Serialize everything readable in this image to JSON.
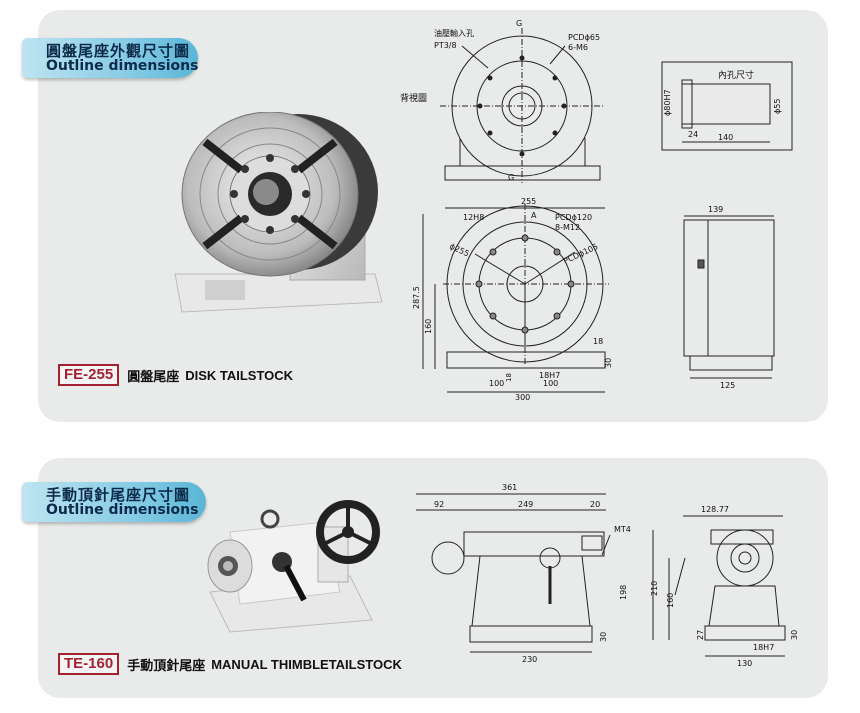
{
  "section1": {
    "heading_zh": "圓盤尾座外觀尺寸圖",
    "heading_en": "Outline dimensions",
    "model_code": "FE-255",
    "model_name_zh": "圓盤尾座",
    "model_name_en": "DISK TAILSTOCK",
    "back_view": {
      "title": "背視圖",
      "oil_inlet": "油壓輸入孔",
      "oil_thread": "PT3/8",
      "pcd": "PCDϕ65",
      "holes": "6-M6",
      "g_top": "G",
      "g_bottom": "G"
    },
    "bore_view": {
      "title": "內孔尺寸",
      "d_outer": "ϕ80H7",
      "d_inner": "ϕ55",
      "step": "24",
      "length": "140"
    },
    "front_view": {
      "width_top": "255",
      "slot": "12H8",
      "mark_a": "A",
      "pcd": "PCDϕ120",
      "holes": "8-M12",
      "pcd2": "PCDϕ105",
      "dia": "ϕ255",
      "height": "287.5",
      "center_h": "160",
      "key": "18",
      "base_h": "30",
      "key_slot": "18H7",
      "b1": "100",
      "b2": "100",
      "b_total": "300",
      "small": "18"
    },
    "side_view": {
      "depth": "139",
      "base": "125"
    }
  },
  "section2": {
    "heading_zh": "手動頂針尾座尺寸圖",
    "heading_en": "Outline dimensions",
    "model_code": "TE-160",
    "model_name_zh": "手動頂針尾座",
    "model_name_en": "MANUAL THIMBLETAILSTOCK",
    "front_view": {
      "total": "361",
      "left": "92",
      "mid": "249",
      "right": "20",
      "taper": "MT4",
      "height": "198",
      "base_h": "30",
      "base_w": "230"
    },
    "side_view": {
      "top": "128.77",
      "height_total": "210",
      "center_h": "160",
      "base_h": "27",
      "base_h2": "30",
      "key_slot": "18H7",
      "base_w": "130"
    }
  }
}
